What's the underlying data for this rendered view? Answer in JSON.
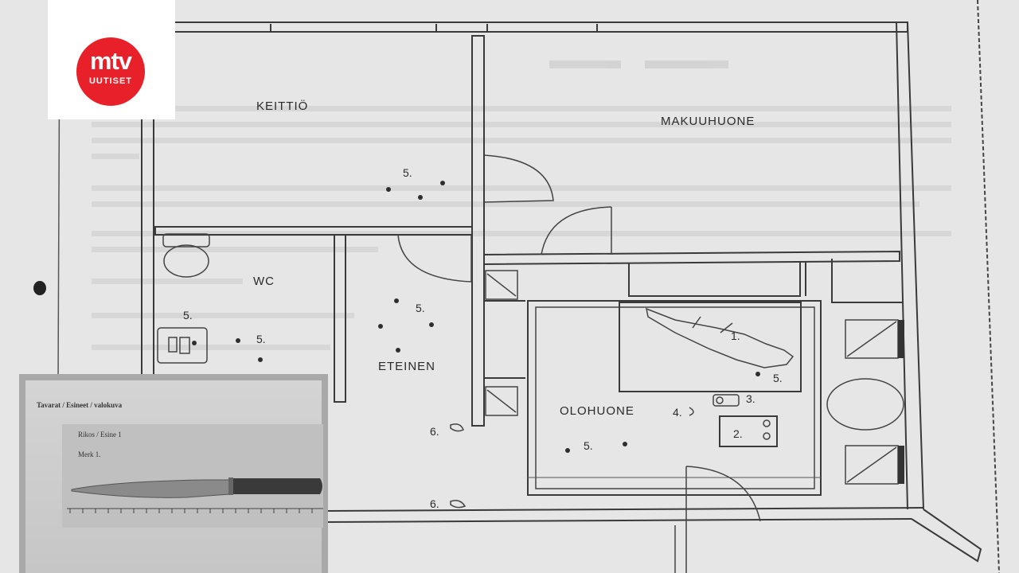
{
  "logo": {
    "brand": "mtv",
    "sub": "UUTISET"
  },
  "rooms": {
    "kitchen": "KEITTIÖ",
    "bedroom": "MAKUUHUONE",
    "wc": "WC",
    "hallway": "ETEINEN",
    "living_room": "OLOHUONE"
  },
  "markers": {
    "body": "1.",
    "table": "2.",
    "object": "3.",
    "item": "4.",
    "blood": "5.",
    "shoe": "6."
  },
  "evidence_photo": {
    "heading": "Tavarat / Esineet / valokuva",
    "line1": "Rikos / Esine 1",
    "line2": "Merk 1."
  },
  "colors": {
    "brand_red": "#e8202a",
    "paper": "#e6e6e6",
    "ink": "#2a2a2a"
  }
}
